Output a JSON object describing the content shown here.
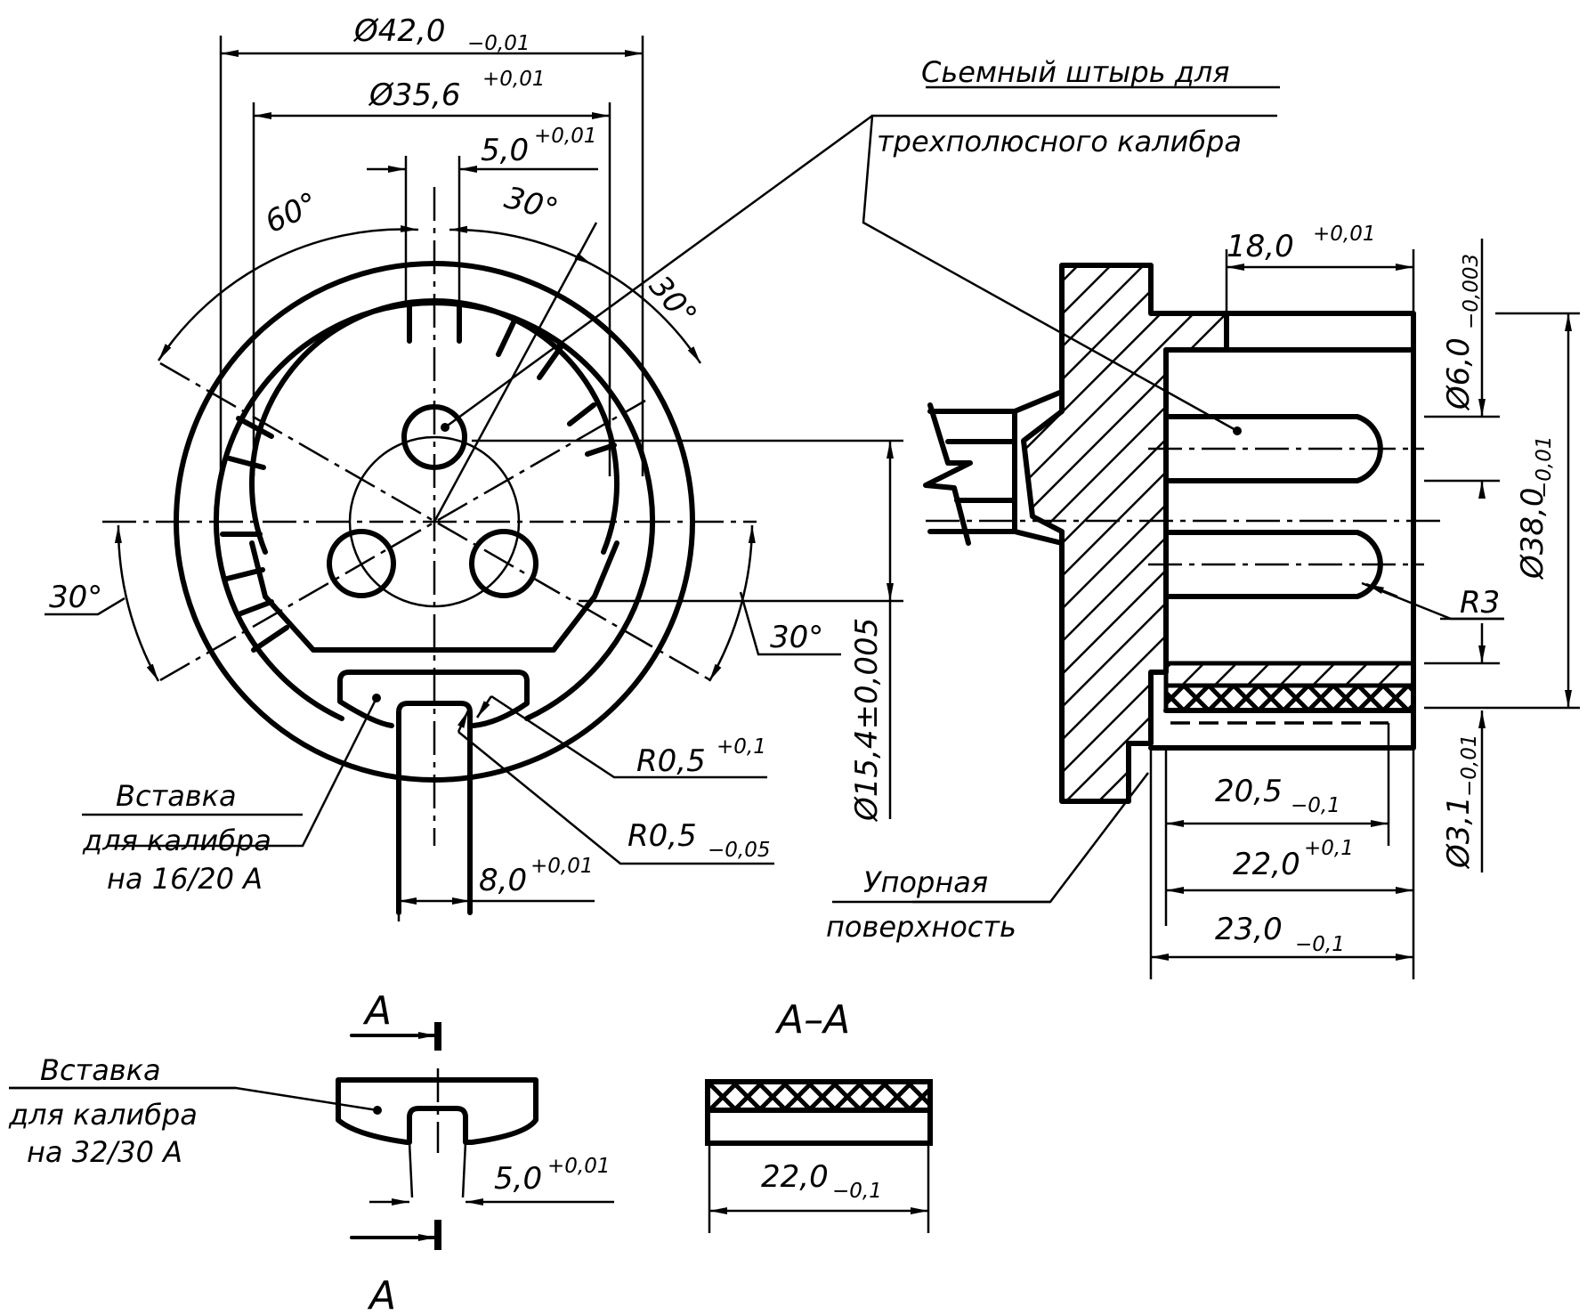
{
  "drawing": {
    "front_view": {
      "dimensions": {
        "outer_diameter": {
          "value": "Ø42,0",
          "tolerance": "−0,01"
        },
        "inner_diameter": {
          "value": "Ø35,6",
          "tolerance": "+0,01"
        },
        "slot_width_top": {
          "value": "5,0",
          "tolerance": "+0,01"
        },
        "slot_width_bottom": {
          "value": "8,0",
          "tolerance": "+0,01"
        },
        "pitch_diameter": {
          "value": "Ø15,4±0,005",
          "tolerance": ""
        },
        "radius_outer_corner": {
          "value": "R0,5",
          "tolerance": "+0,1"
        },
        "radius_inner_corner": {
          "value": "R0,5",
          "tolerance": "−0,05"
        }
      },
      "angles": {
        "top_left": "60°",
        "top_right": "30°",
        "right_upper": "30°",
        "left_lower": "30°",
        "right_lower": "30°"
      },
      "insert_label": [
        "Вставка",
        "для калибра",
        "на 16/20 А"
      ]
    },
    "side_view": {
      "pin_label": [
        "Сьемный штырь для",
        "трехполюсного калибра"
      ],
      "stop_surface_label": [
        "Упорная",
        "поверхность"
      ],
      "dimensions": {
        "pin_length": {
          "value": "18,0",
          "tolerance": "+0,01"
        },
        "pin_diameter": {
          "value": "Ø6,0",
          "tolerance": "−0,003"
        },
        "body_diameter": {
          "value": "Ø38,0",
          "tolerance": "−0,01"
        },
        "tip_radius": {
          "value": "R3",
          "tolerance": ""
        },
        "insert_thickness": {
          "value": "Ø3,1",
          "tolerance": "−0,01"
        },
        "length_a": {
          "value": "20,5",
          "tolerance": "−0,1"
        },
        "length_b": {
          "value": "22,0",
          "tolerance": "+0,1"
        },
        "length_c": {
          "value": "23,0",
          "tolerance": "−0,1"
        }
      }
    },
    "insert_detail": {
      "label": [
        "Вставка",
        "для калибра",
        "на 32/30 А"
      ],
      "slot_width": {
        "value": "5,0",
        "tolerance": "+0,01"
      },
      "section_mark": "A"
    },
    "section_aa": {
      "title": "A–A",
      "length": {
        "value": "22,0",
        "tolerance": "−0,1"
      }
    }
  }
}
